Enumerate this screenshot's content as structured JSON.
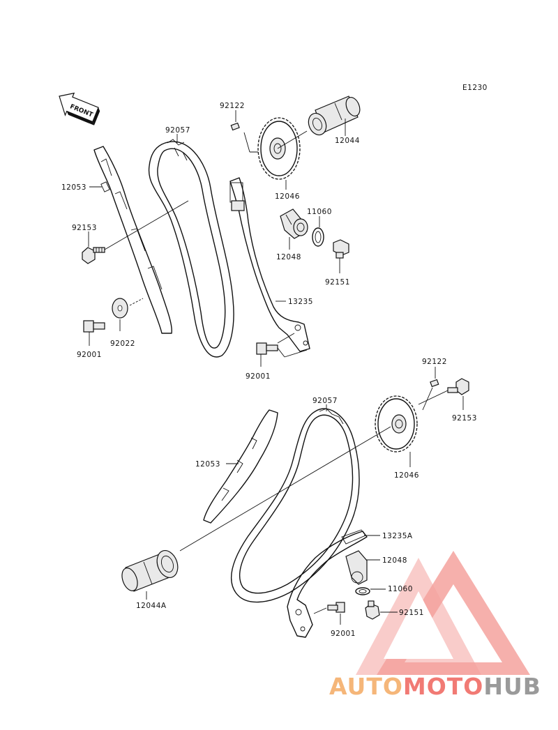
{
  "diagram_code": "E1230",
  "front_arrow_text": "FRONT",
  "labels": {
    "top_12044": "12044",
    "top_92122": "92122",
    "top_92057": "92057",
    "top_12046": "12046",
    "top_12053": "12053",
    "top_11060": "11060",
    "top_92153": "92153",
    "top_12048": "12048",
    "top_92151": "92151",
    "top_13235": "13235",
    "top_92001a": "92001",
    "top_92022": "92022",
    "top_92001b": "92001",
    "bot_92122": "92122",
    "bot_92057": "92057",
    "bot_92153": "92153",
    "bot_12053": "12053",
    "bot_12046": "12046",
    "bot_13235A": "13235A",
    "bot_12048": "12048",
    "bot_11060": "11060",
    "bot_12044A": "12044A",
    "bot_92151": "92151",
    "bot_92001": "92001"
  },
  "watermark": {
    "part1": "AUTO",
    "part2": "MOTO",
    "part3": "HUB",
    "colors": {
      "orange": "#f5b679",
      "red": "#f17a74",
      "gray": "#9a9a9a"
    }
  }
}
